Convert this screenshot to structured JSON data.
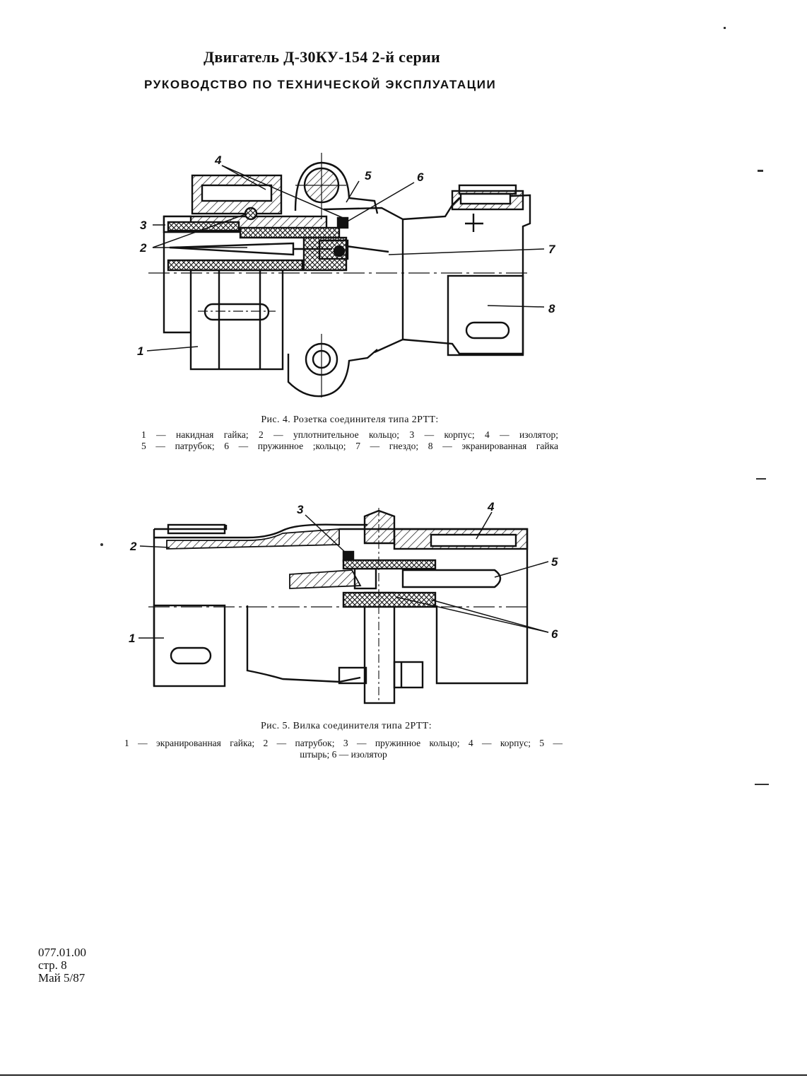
{
  "header": {
    "title": "Двигатель Д-30КУ-154 2-й серии",
    "subtitle": "РУКОВОДСТВО ПО ТЕХНИЧЕСКОЙ ЭКСПЛУАТАЦИИ"
  },
  "figure4": {
    "callouts": [
      "4",
      "5",
      "6",
      "3",
      "2",
      "7",
      "8",
      "1"
    ],
    "caption": "Рис. 4. Розетка соединителя типа 2РТТ:",
    "legend_line1": "1 — накидная гайка; 2 — уплотнительное кольцо; 3 — корпус; 4 — изолятор;",
    "legend_line2": "5 — патрубок; 6 — пружинное ;кольцо; 7 — гнездо; 8 — экранированная гайка"
  },
  "figure5": {
    "callouts": [
      "3",
      "4",
      "2",
      "5",
      "1",
      "6"
    ],
    "caption": "Рис. 5. Вилка соединителя типа 2РТТ:",
    "legend_line1": "1 — экранированная гайка; 2 — патрубок; 3 — пружинное кольцо; 4 — корпус; 5 —",
    "legend_line2": "штырь; 6 — изолятор"
  },
  "footer": {
    "code": "077.01.00",
    "page": "стр. 8",
    "date": "Май 5/87"
  }
}
